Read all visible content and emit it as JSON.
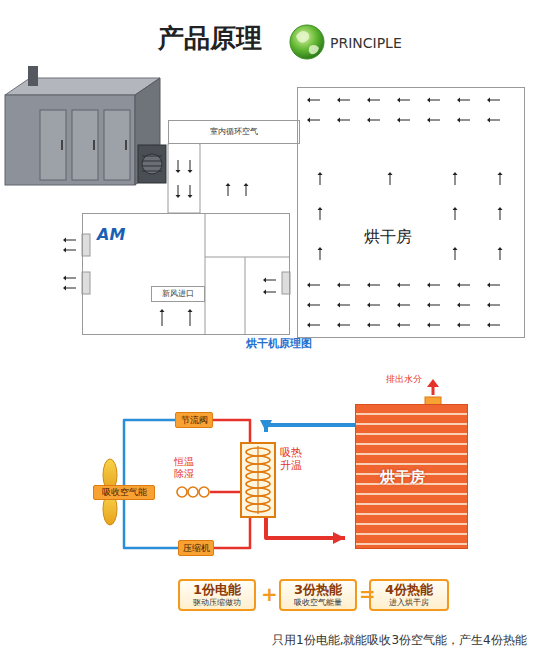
{
  "diagram": {
    "title": "产品原理",
    "caption": "烘干机原理图",
    "nodes": [
      {
        "text": [
          "室内循环空气"
        ]
      },
      {
        "text": [
          "烘干房"
        ]
      },
      {
        "text": [
          "AM"
        ]
      },
      {
        "text": [
          "新风进口"
        ],
        "in": 2
      },
      {
        "text": [
          "节流阀"
        ]
      },
      {
        "text": [
          "恒温除湿"
        ]
      },
      {
        "text": [
          "吸热升温"
        ]
      },
      {
        "text": [
          "吸收空气能"
        ]
      },
      {
        "text": [
          "压缩机"
        ]
      },
      {
        "text": [
          "烘干房"
        ]
      },
      {
        "text": [
          "1份电能",
          "驱动压缩做功"
        ]
      },
      {
        "text": [
          "3份热能",
          "吸收空气能量"
        ]
      },
      {
        "text": [
          "4份热能",
          "进入烘干房"
        ]
      }
    ],
    "edges": [
      {
        "from": 8,
        "to": 6,
        "arrow": "none"
      },
      {
        "from": 6,
        "to": 4,
        "arrow": "none"
      },
      {
        "from": 4,
        "to": 7,
        "arrow": "none"
      },
      {
        "from": 7,
        "to": 8,
        "arrow": "none"
      },
      {
        "from": 5,
        "to": 6,
        "arrow": "none"
      },
      {
        "from": 9,
        "to": 6,
        "arrow": "to"
      },
      {
        "from": 6,
        "to": 9,
        "arrow": "to"
      }
    ],
    "labels": [
      "PRINCIPLE",
      "排出水分",
      "+",
      "=",
      "只用1份电能,就能吸收3份空气能，产生4份热能"
    ]
  }
}
